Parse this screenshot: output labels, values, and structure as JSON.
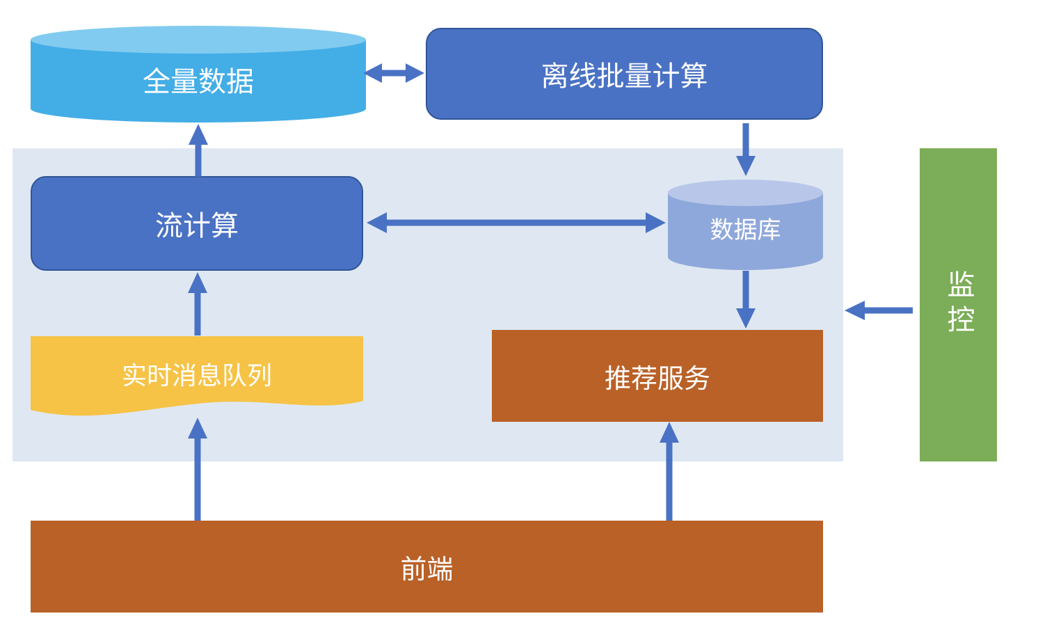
{
  "diagram": {
    "nodes": {
      "full_data": {
        "label": "全量数据",
        "type": "cylinder",
        "fill": "#43ade6",
        "top_fill": "#81cbf0"
      },
      "offline_batch": {
        "label": "离线批量计算",
        "type": "rounded-rect",
        "fill": "#4a72c4",
        "border": "#2f5597"
      },
      "stream_compute": {
        "label": "流计算",
        "type": "rounded-rect",
        "fill": "#4a72c4",
        "border": "#2f5597"
      },
      "database": {
        "label": "数据库",
        "type": "cylinder",
        "fill": "#8fa8db",
        "top_fill": "#b8c7e9"
      },
      "realtime_queue": {
        "label": "实时消息队列",
        "type": "document-wave",
        "fill": "#f6c347"
      },
      "recommend_service": {
        "label": "推荐服务",
        "type": "rect",
        "fill": "#b96127"
      },
      "frontend": {
        "label": "前端",
        "type": "rect",
        "fill": "#b96127"
      },
      "monitor": {
        "label": "监控",
        "type": "rect-vertical-text",
        "fill": "#7cad58"
      }
    },
    "edges": [
      {
        "from": "全量数据",
        "to": "离线批量计算",
        "direction": "bidirectional"
      },
      {
        "from": "流计算",
        "to": "全量数据",
        "direction": "one-way"
      },
      {
        "from": "流计算",
        "to": "数据库",
        "direction": "bidirectional"
      },
      {
        "from": "离线批量计算",
        "to": "数据库",
        "direction": "one-way"
      },
      {
        "from": "数据库",
        "to": "推荐服务",
        "direction": "one-way"
      },
      {
        "from": "实时消息队列",
        "to": "流计算",
        "direction": "one-way"
      },
      {
        "from": "前端",
        "to": "实时消息队列",
        "direction": "one-way"
      },
      {
        "from": "前端",
        "to": "推荐服务",
        "direction": "one-way"
      },
      {
        "from": "监控",
        "to": "平台区域",
        "direction": "one-way"
      }
    ],
    "colors": {
      "background": "#ffffff",
      "platform_panel": "#dfe8f2",
      "arrow": "#4a72c4",
      "blue_node": "#4a72c4",
      "blue_node_border": "#2f5597",
      "cyan_cylinder": "#43ade6",
      "cyan_cylinder_top": "#81cbf0",
      "periwinkle_cylinder": "#8fa8db",
      "periwinkle_cylinder_top": "#b8c7e9",
      "yellow_document": "#f6c347",
      "orange_node": "#b96127",
      "green_node": "#7cad58",
      "text": "#ffffff"
    }
  }
}
